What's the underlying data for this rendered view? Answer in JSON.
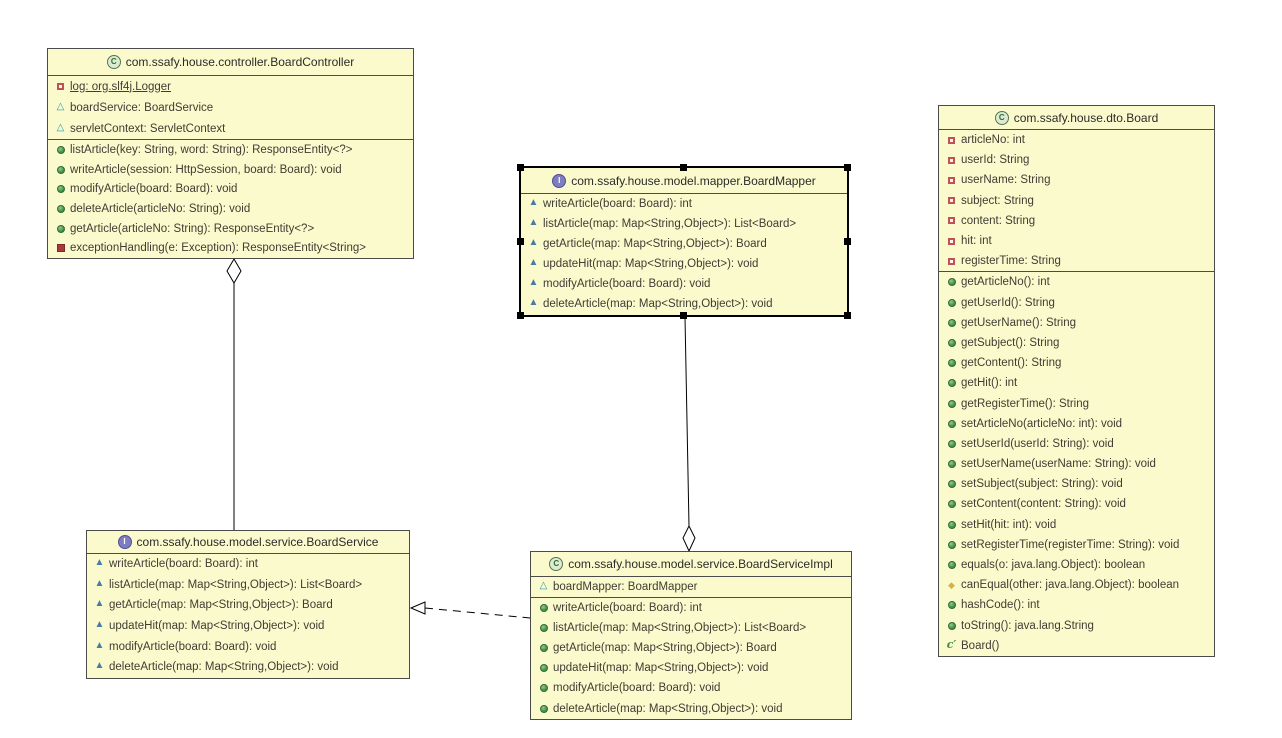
{
  "diagram": {
    "colors": {
      "box_fill": "#fbfacd",
      "box_border": "#4b4b4b",
      "selection_black": "#000000",
      "public_green": "#3f8f3f",
      "private_red": "#b04040",
      "package_teal": "#2e9bab",
      "abstract_blue": "#4a7ba6",
      "protected_yellow": "#d8b13e",
      "member_text": "#3f3d33"
    },
    "icons": {
      "class-icon": "green circle with C",
      "interface-icon": "violet circle with I",
      "public-method-icon": "filled green circle",
      "private-method-icon": "filled red square",
      "abstract-method-icon": "filled blue triangle",
      "package-field-icon": "teal triangle outline",
      "private-field-icon": "red square outline",
      "protected-method-icon": "yellow diamond",
      "constructor-icon": "green c-prime glyph"
    },
    "classes": [
      {
        "id": "controller",
        "kind": "class",
        "selected": false,
        "title": "com.ssafy.house.controller.BoardController",
        "fields": [
          {
            "icon": "private-field-icon",
            "label": "log: org.slf4j.Logger",
            "static": true
          },
          {
            "icon": "package-field-icon",
            "label": "boardService: BoardService"
          },
          {
            "icon": "package-field-icon",
            "label": "servletContext: ServletContext"
          }
        ],
        "methods": [
          {
            "icon": "public-method-icon",
            "label": "listArticle(key: String, word: String): ResponseEntity<?>"
          },
          {
            "icon": "public-method-icon",
            "label": "writeArticle(session: HttpSession, board: Board): void"
          },
          {
            "icon": "public-method-icon",
            "label": "modifyArticle(board: Board): void"
          },
          {
            "icon": "public-method-icon",
            "label": "deleteArticle(articleNo: String): void"
          },
          {
            "icon": "public-method-icon",
            "label": "getArticle(articleNo: String): ResponseEntity<?>"
          },
          {
            "icon": "private-method-icon",
            "label": "exceptionHandling(e: Exception): ResponseEntity<String>"
          }
        ]
      },
      {
        "id": "mapper",
        "kind": "interface",
        "selected": true,
        "title": "com.ssafy.house.model.mapper.BoardMapper",
        "fields": [],
        "methods": [
          {
            "icon": "abstract-method-icon",
            "label": "writeArticle(board: Board): int"
          },
          {
            "icon": "abstract-method-icon",
            "label": "listArticle(map: Map<String,Object>): List<Board>"
          },
          {
            "icon": "abstract-method-icon",
            "label": "getArticle(map: Map<String,Object>): Board"
          },
          {
            "icon": "abstract-method-icon",
            "label": "updateHit(map: Map<String,Object>): void"
          },
          {
            "icon": "abstract-method-icon",
            "label": "modifyArticle(board: Board): void"
          },
          {
            "icon": "abstract-method-icon",
            "label": "deleteArticle(map: Map<String,Object>): void"
          }
        ]
      },
      {
        "id": "board",
        "kind": "class",
        "selected": false,
        "title": "com.ssafy.house.dto.Board",
        "fields": [
          {
            "icon": "private-field-icon",
            "label": "articleNo: int"
          },
          {
            "icon": "private-field-icon",
            "label": "userId: String"
          },
          {
            "icon": "private-field-icon",
            "label": "userName: String"
          },
          {
            "icon": "private-field-icon",
            "label": "subject: String"
          },
          {
            "icon": "private-field-icon",
            "label": "content: String"
          },
          {
            "icon": "private-field-icon",
            "label": "hit: int"
          },
          {
            "icon": "private-field-icon",
            "label": "registerTime: String"
          }
        ],
        "methods": [
          {
            "icon": "public-method-icon",
            "label": "getArticleNo(): int"
          },
          {
            "icon": "public-method-icon",
            "label": "getUserId(): String"
          },
          {
            "icon": "public-method-icon",
            "label": "getUserName(): String"
          },
          {
            "icon": "public-method-icon",
            "label": "getSubject(): String"
          },
          {
            "icon": "public-method-icon",
            "label": "getContent(): String"
          },
          {
            "icon": "public-method-icon",
            "label": "getHit(): int"
          },
          {
            "icon": "public-method-icon",
            "label": "getRegisterTime(): String"
          },
          {
            "icon": "public-method-icon",
            "label": "setArticleNo(articleNo: int): void"
          },
          {
            "icon": "public-method-icon",
            "label": "setUserId(userId: String): void"
          },
          {
            "icon": "public-method-icon",
            "label": "setUserName(userName: String): void"
          },
          {
            "icon": "public-method-icon",
            "label": "setSubject(subject: String): void"
          },
          {
            "icon": "public-method-icon",
            "label": "setContent(content: String): void"
          },
          {
            "icon": "public-method-icon",
            "label": "setHit(hit: int): void"
          },
          {
            "icon": "public-method-icon",
            "label": "setRegisterTime(registerTime: String): void"
          },
          {
            "icon": "public-method-icon",
            "label": "equals(o: java.lang.Object): boolean"
          },
          {
            "icon": "protected-method-icon",
            "label": "canEqual(other: java.lang.Object): boolean"
          },
          {
            "icon": "public-method-icon",
            "label": "hashCode(): int"
          },
          {
            "icon": "public-method-icon",
            "label": "toString(): java.lang.String"
          },
          {
            "icon": "constructor-icon",
            "label": "Board()"
          }
        ]
      },
      {
        "id": "service",
        "kind": "interface",
        "selected": false,
        "title": "com.ssafy.house.model.service.BoardService",
        "fields": [],
        "methods": [
          {
            "icon": "abstract-method-icon",
            "label": "writeArticle(board: Board): int"
          },
          {
            "icon": "abstract-method-icon",
            "label": "listArticle(map: Map<String,Object>): List<Board>"
          },
          {
            "icon": "abstract-method-icon",
            "label": "getArticle(map: Map<String,Object>): Board"
          },
          {
            "icon": "abstract-method-icon",
            "label": "updateHit(map: Map<String,Object>): void"
          },
          {
            "icon": "abstract-method-icon",
            "label": "modifyArticle(board: Board): void"
          },
          {
            "icon": "abstract-method-icon",
            "label": "deleteArticle(map: Map<String,Object>): void"
          }
        ]
      },
      {
        "id": "serviceimpl",
        "kind": "class",
        "selected": false,
        "title": "com.ssafy.house.model.service.BoardServiceImpl",
        "fields": [
          {
            "icon": "package-field-icon",
            "label": "boardMapper: BoardMapper"
          }
        ],
        "methods": [
          {
            "icon": "public-method-icon",
            "label": "writeArticle(board: Board): int"
          },
          {
            "icon": "public-method-icon",
            "label": "listArticle(map: Map<String,Object>): List<Board>"
          },
          {
            "icon": "public-method-icon",
            "label": "getArticle(map: Map<String,Object>): Board"
          },
          {
            "icon": "public-method-icon",
            "label": "updateHit(map: Map<String,Object>): void"
          },
          {
            "icon": "public-method-icon",
            "label": "modifyArticle(board: Board): void"
          },
          {
            "icon": "public-method-icon",
            "label": "deleteArticle(map: Map<String,Object>): void"
          }
        ]
      }
    ],
    "relationships": [
      {
        "type": "aggregation",
        "from": "BoardController",
        "to": "BoardService",
        "diamond_at": "BoardController",
        "line": "solid"
      },
      {
        "type": "aggregation",
        "from": "BoardServiceImpl",
        "to": "BoardMapper",
        "diamond_at": "BoardServiceImpl",
        "line": "solid"
      },
      {
        "type": "realization",
        "from": "BoardServiceImpl",
        "to": "BoardService",
        "arrow_at": "BoardService",
        "line": "dashed"
      }
    ]
  }
}
